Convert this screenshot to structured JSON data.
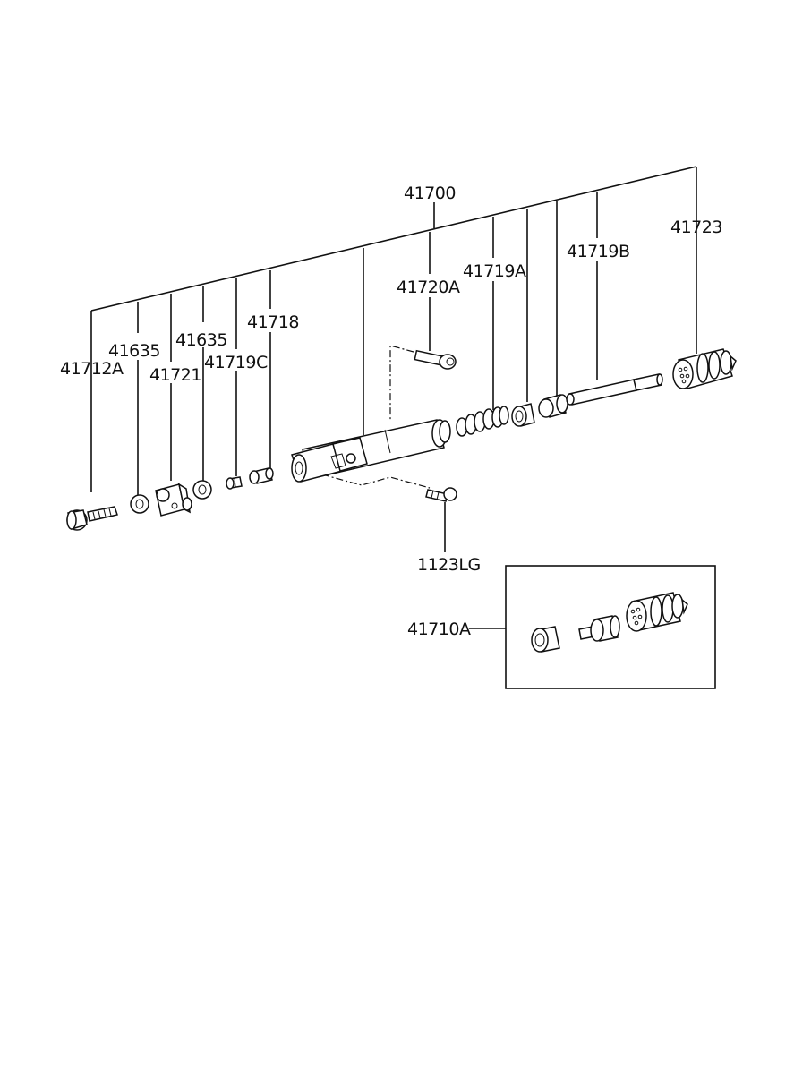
{
  "diagram": {
    "main_assembly": "41700",
    "labels": {
      "p41712A": "41712A",
      "p41635a": "41635",
      "p41721": "41721",
      "p41635b": "41635",
      "p41719C": "41719C",
      "p41718": "41718",
      "p41720A": "41720A",
      "p41719A": "41719A",
      "p41719B": "41719B",
      "p41723": "41723",
      "p1123LG": "1123LG",
      "p41710A": "41710A"
    }
  }
}
